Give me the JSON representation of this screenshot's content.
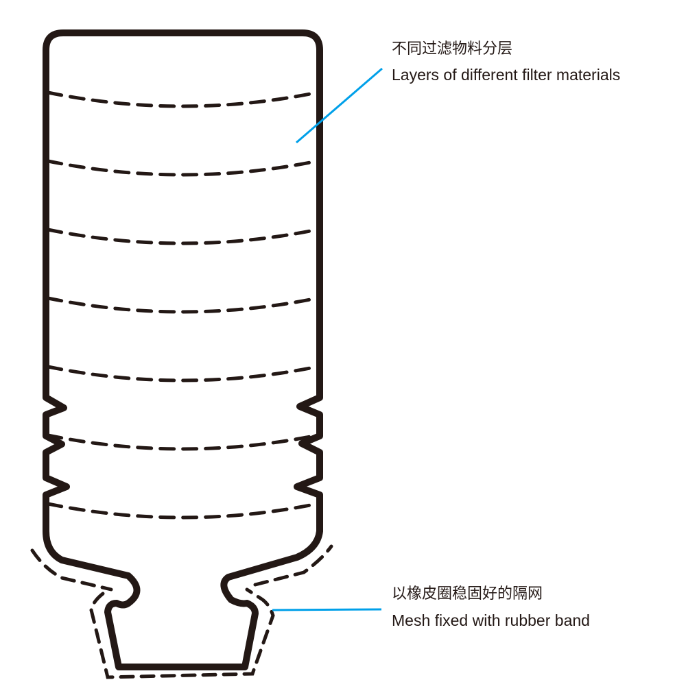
{
  "colors": {
    "outline": "#231815",
    "leader": "#00a0e9"
  },
  "labels": {
    "layers": {
      "zh": "不同过滤物料分层",
      "en": "Layers of different filter materials"
    },
    "mesh": {
      "zh": "以橡皮圈稳固好的隔网",
      "en": "Mesh fixed with rubber band"
    }
  },
  "filter_layer_count": 7
}
